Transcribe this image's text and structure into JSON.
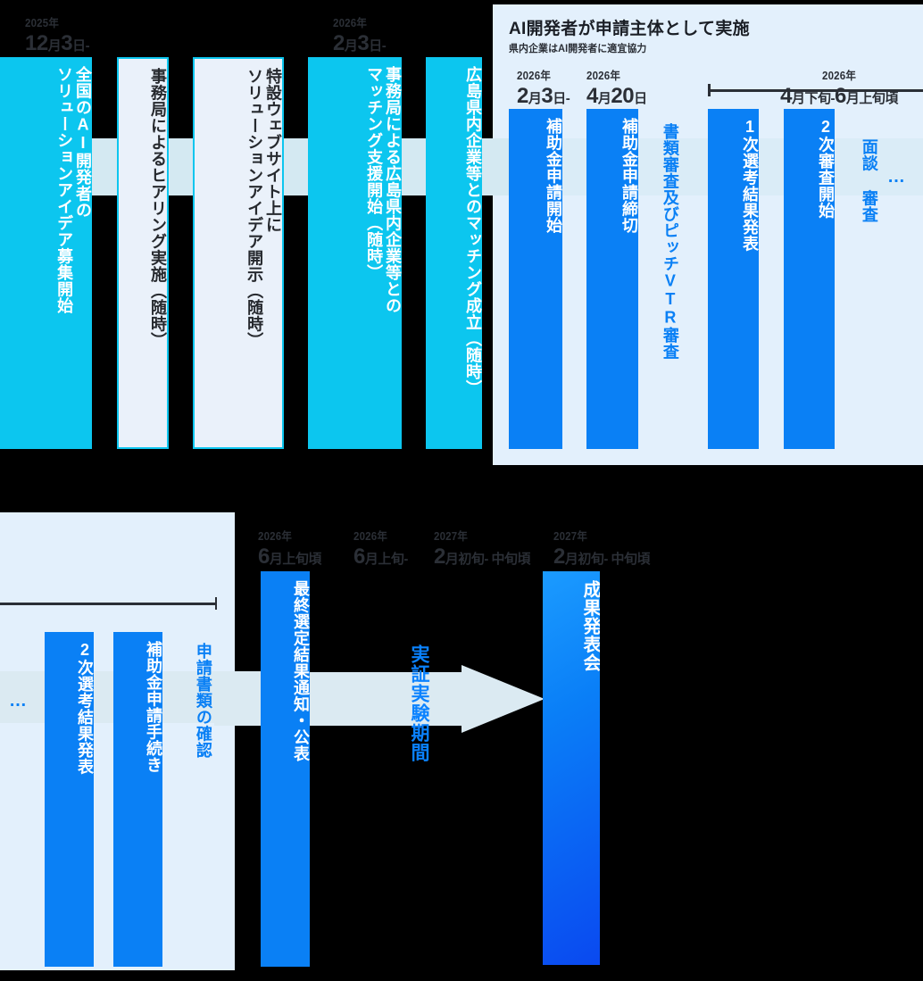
{
  "section1": {
    "dates": [
      {
        "year": "2025年",
        "date": "12月3日-"
      },
      {
        "year": "2026年",
        "date": "2月3日-"
      }
    ],
    "bars": [
      {
        "text": "全国のAI開発者の\nソリューションアイデア募集開始",
        "style": "cyan"
      },
      {
        "text": "事務局によるヒアリング実施（随時）",
        "style": "cyan-outline"
      },
      {
        "text": "特設ウェブサイト上に\nソリューションアイデア開示（随時）",
        "style": "cyan-outline"
      },
      {
        "text": "事務局による広島県内企業等との\nマッチング支援開始（随時）",
        "style": "cyan"
      },
      {
        "text": "広島県内企業等とのマッチング成立（随時）",
        "style": "cyan"
      }
    ]
  },
  "section2": {
    "title": "AI開発者が申請主体として実施",
    "subtitle": "県内企業はAI開発者に適宜協力",
    "dates": [
      {
        "year": "2026年",
        "date": "2月3日-"
      },
      {
        "year": "2026年",
        "date": "4月20日"
      },
      {
        "year": "2026年",
        "date": "4月下旬-6月上旬頃"
      }
    ],
    "bars": [
      {
        "text": "補助金申請開始",
        "style": "blue"
      },
      {
        "text": "補助金申請締切",
        "style": "blue"
      },
      {
        "text": "1次選考結果発表",
        "style": "blue"
      },
      {
        "text": "2次審査開始",
        "style": "blue"
      }
    ],
    "plain_texts": [
      {
        "text": "書類審査及びピッチVTR審査"
      },
      {
        "text": "面談 審査"
      }
    ],
    "ellipsis": "…"
  },
  "section3": {
    "ellipsis": "…",
    "bars": [
      {
        "text": "2次選考結果発表",
        "style": "blue"
      },
      {
        "text": "補助金申請手続き",
        "style": "blue"
      },
      {
        "text": "最終選定結果通知・公表",
        "style": "blue"
      },
      {
        "text": "成果発表会",
        "style": "grad"
      }
    ],
    "plain_texts": [
      {
        "text": "申請書類の確認"
      }
    ],
    "dates": [
      {
        "year": "2026年",
        "date": "6月上旬頃"
      },
      {
        "year": "2026年",
        "date": "6月上旬-"
      },
      {
        "year": "2027年",
        "date": "2月初旬-中旬頃"
      },
      {
        "year": "2027年",
        "date": "2月初旬-中旬頃"
      }
    ],
    "arrow_label": "実証実験期間"
  },
  "colors": {
    "cyan": "#0cc6ef",
    "blue": "#0a80f5",
    "panel": "#e3f0fc",
    "band": "#d4e9f2",
    "arrow": "#dbeaf2",
    "text_dark": "#1b1f26",
    "background": "#000000"
  }
}
